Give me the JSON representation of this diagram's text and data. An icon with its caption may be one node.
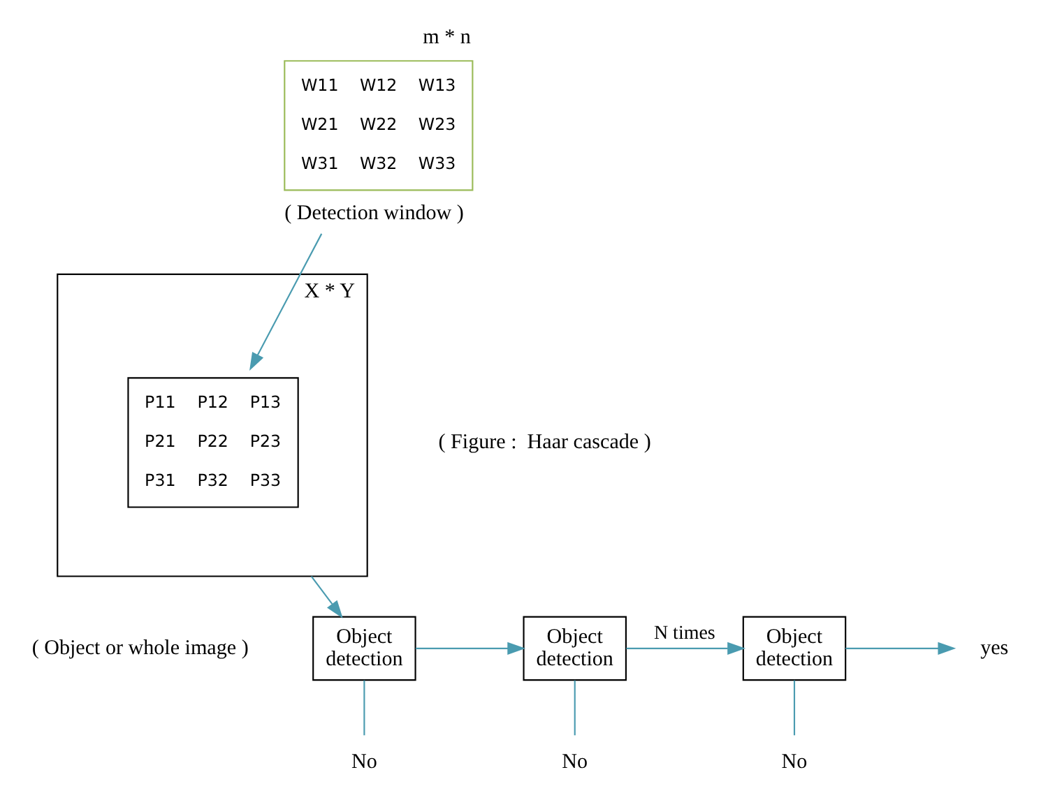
{
  "diagram": {
    "nodes": [
      {
        "text": [
          "W11",
          "W12",
          "W13",
          "W21",
          "W22",
          "W23",
          "W31",
          "W32",
          "W33"
        ],
        "beside": [
          "m * n",
          "( Detection window )"
        ]
      },
      {
        "text": [],
        "shape": "box",
        "beside": [
          "X * Y",
          "( Object or whole image )"
        ]
      },
      {
        "text": [
          "P11",
          "P12",
          "P13",
          "P21",
          "P22",
          "P23",
          "P31",
          "P32",
          "P33"
        ],
        "in": 1
      },
      {
        "text": [
          "Object detection"
        ]
      },
      {
        "text": [
          "Object detection"
        ]
      },
      {
        "text": [
          "Object detection"
        ]
      },
      {
        "text": [
          "yes"
        ]
      },
      {
        "text": [
          "No"
        ]
      },
      {
        "text": [
          "No"
        ]
      },
      {
        "text": [
          "No"
        ]
      }
    ],
    "edges": [
      {
        "from": 0,
        "to": 2,
        "arrow": "to"
      },
      {
        "from": 1,
        "to": 3,
        "arrow": "to"
      },
      {
        "from": 3,
        "to": 4,
        "arrow": "to"
      },
      {
        "from": 4,
        "to": 5,
        "arrow": "to",
        "label": "N times"
      },
      {
        "from": 5,
        "to": 6,
        "arrow": "to"
      },
      {
        "from": 3,
        "to": 7,
        "arrow": "none"
      },
      {
        "from": 4,
        "to": 8,
        "arrow": "none"
      },
      {
        "from": 5,
        "to": 9,
        "arrow": "none"
      }
    ],
    "labels": [
      "( Figure :  Haar cascade )"
    ]
  }
}
